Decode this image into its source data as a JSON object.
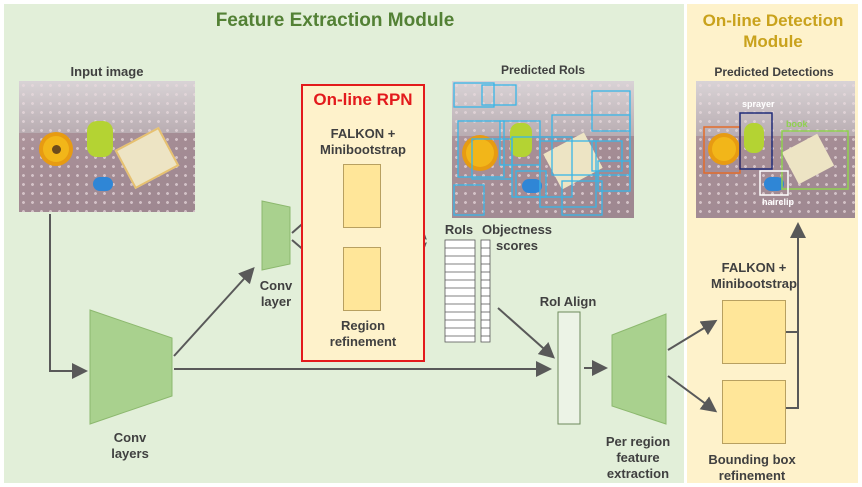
{
  "modules": {
    "feature_extraction": "Feature Extraction Module",
    "online_detection_line1": "On-line Detection",
    "online_detection_line2": "Module"
  },
  "labels": {
    "input_image": "Input image",
    "predicted_rois": "Predicted RoIs",
    "predicted_detections": "Predicted Detections",
    "online_rpn": "On-line RPN",
    "falkon_line1": "FALKON +",
    "falkon_line2": "Minibootstrap",
    "region_line1": "Region",
    "region_line2": "refinement",
    "conv_layer_line1": "Conv",
    "conv_layer_line2": "layer",
    "conv_layers_line1": "Conv",
    "conv_layers_line2": "layers",
    "rois": "RoIs",
    "objectness_line1": "Objectness",
    "objectness_line2": "scores",
    "roi_align": "RoI Align",
    "per_region_line1": "Per region",
    "per_region_line2": "feature",
    "per_region_line3": "extraction",
    "det_falkon_line1": "FALKON +",
    "det_falkon_line2": "Minibootstrap",
    "bbox_line1": "Bounding box",
    "bbox_line2": "refinement"
  },
  "detections": {
    "sprayer": "sprayer",
    "book": "book",
    "hairclip": "hairclip"
  },
  "colors": {
    "feature_bg": "#e2efd9",
    "detection_bg": "#fef2cb",
    "green_title": "#538135",
    "orange_title": "#c9a21c",
    "rpn_red": "#e31a1c",
    "trapezoid_green": "#a9d18e",
    "arrow_gray": "#595959"
  }
}
